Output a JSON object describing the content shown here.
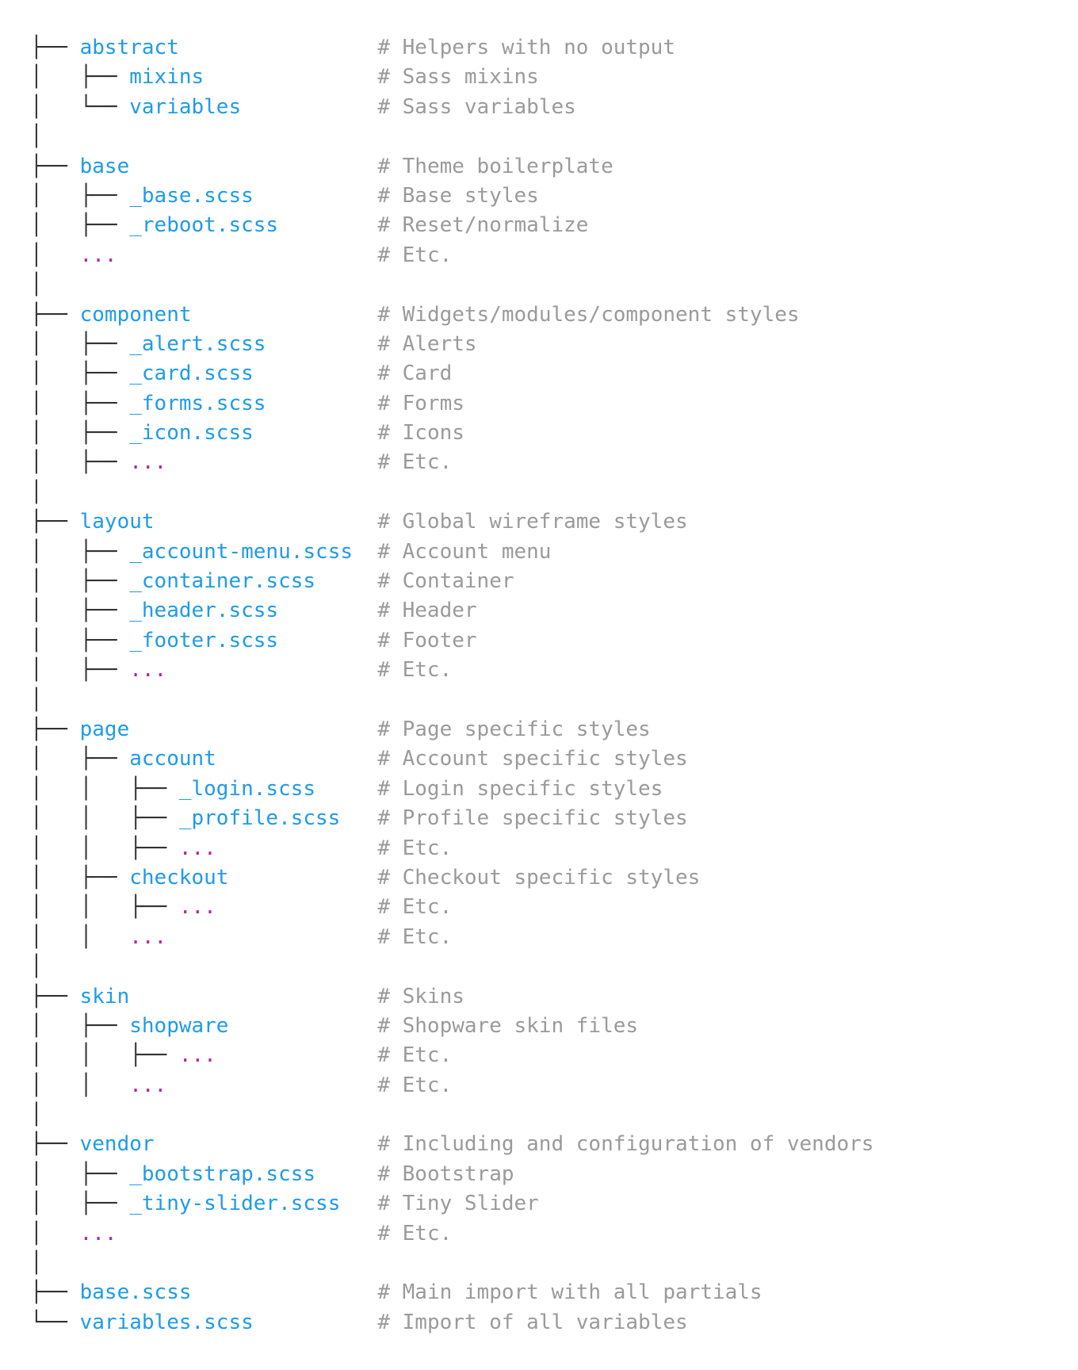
{
  "tree": {
    "lines": [
      {
        "prefix": "├── ",
        "name": "abstract",
        "kind": "name",
        "comment": "# Helpers with no output"
      },
      {
        "prefix": "│   ├── ",
        "name": "mixins",
        "kind": "name",
        "comment": "# Sass mixins"
      },
      {
        "prefix": "│   └── ",
        "name": "variables",
        "kind": "name",
        "comment": "# Sass variables"
      },
      {
        "prefix": "│",
        "name": "",
        "kind": "name",
        "comment": ""
      },
      {
        "prefix": "├── ",
        "name": "base",
        "kind": "name",
        "comment": "# Theme boilerplate"
      },
      {
        "prefix": "│   ├── ",
        "name": "_base.scss",
        "kind": "name",
        "comment": "# Base styles"
      },
      {
        "prefix": "│   ├── ",
        "name": "_reboot.scss",
        "kind": "name",
        "comment": "# Reset/normalize"
      },
      {
        "prefix": "│   ",
        "name": "...",
        "kind": "ellipsis",
        "comment": "# Etc."
      },
      {
        "prefix": "│",
        "name": "",
        "kind": "name",
        "comment": ""
      },
      {
        "prefix": "├── ",
        "name": "component",
        "kind": "name",
        "comment": "# Widgets/modules/component styles"
      },
      {
        "prefix": "│   ├── ",
        "name": "_alert.scss",
        "kind": "name",
        "comment": "# Alerts"
      },
      {
        "prefix": "│   ├── ",
        "name": "_card.scss",
        "kind": "name",
        "comment": "# Card"
      },
      {
        "prefix": "│   ├── ",
        "name": "_forms.scss",
        "kind": "name",
        "comment": "# Forms"
      },
      {
        "prefix": "│   ├── ",
        "name": "_icon.scss",
        "kind": "name",
        "comment": "# Icons"
      },
      {
        "prefix": "│   ├── ",
        "name": "...",
        "kind": "ellipsis",
        "comment": "# Etc."
      },
      {
        "prefix": "│",
        "name": "",
        "kind": "name",
        "comment": ""
      },
      {
        "prefix": "├── ",
        "name": "layout",
        "kind": "name",
        "comment": "# Global wireframe styles"
      },
      {
        "prefix": "│   ├── ",
        "name": "_account-menu.scss",
        "kind": "name",
        "comment": "# Account menu"
      },
      {
        "prefix": "│   ├── ",
        "name": "_container.scss",
        "kind": "name",
        "comment": "# Container"
      },
      {
        "prefix": "│   ├── ",
        "name": "_header.scss",
        "kind": "name",
        "comment": "# Header"
      },
      {
        "prefix": "│   ├── ",
        "name": "_footer.scss",
        "kind": "name",
        "comment": "# Footer"
      },
      {
        "prefix": "│   ├── ",
        "name": "...",
        "kind": "ellipsis",
        "comment": "# Etc."
      },
      {
        "prefix": "│",
        "name": "",
        "kind": "name",
        "comment": ""
      },
      {
        "prefix": "├── ",
        "name": "page",
        "kind": "name",
        "comment": "# Page specific styles"
      },
      {
        "prefix": "│   ├── ",
        "name": "account",
        "kind": "name",
        "comment": "# Account specific styles"
      },
      {
        "prefix": "│   │   ├── ",
        "name": "_login.scss",
        "kind": "name",
        "comment": "# Login specific styles"
      },
      {
        "prefix": "│   │   ├── ",
        "name": "_profile.scss",
        "kind": "name",
        "comment": "# Profile specific styles"
      },
      {
        "prefix": "│   │   ├── ",
        "name": "...",
        "kind": "ellipsis",
        "comment": "# Etc."
      },
      {
        "prefix": "│   ├── ",
        "name": "checkout",
        "kind": "name",
        "comment": "# Checkout specific styles"
      },
      {
        "prefix": "│   │   ├── ",
        "name": "...",
        "kind": "ellipsis",
        "comment": "# Etc."
      },
      {
        "prefix": "│   │   ",
        "name": "...",
        "kind": "ellipsis",
        "comment": "# Etc."
      },
      {
        "prefix": "│",
        "name": "",
        "kind": "name",
        "comment": ""
      },
      {
        "prefix": "├── ",
        "name": "skin",
        "kind": "name",
        "comment": "# Skins"
      },
      {
        "prefix": "│   ├── ",
        "name": "shopware",
        "kind": "name",
        "comment": "# Shopware skin files"
      },
      {
        "prefix": "│   │   ├── ",
        "name": "...",
        "kind": "ellipsis",
        "comment": "# Etc."
      },
      {
        "prefix": "│   │   ",
        "name": "...",
        "kind": "ellipsis",
        "comment": "# Etc."
      },
      {
        "prefix": "│",
        "name": "",
        "kind": "name",
        "comment": ""
      },
      {
        "prefix": "├── ",
        "name": "vendor",
        "kind": "name",
        "comment": "# Including and configuration of vendors"
      },
      {
        "prefix": "│   ├── ",
        "name": "_bootstrap.scss",
        "kind": "name",
        "comment": "# Bootstrap"
      },
      {
        "prefix": "│   ├── ",
        "name": "_tiny-slider.scss",
        "kind": "name",
        "comment": "# Tiny Slider"
      },
      {
        "prefix": "│   ",
        "name": "...",
        "kind": "ellipsis",
        "comment": "# Etc."
      },
      {
        "prefix": "│",
        "name": "",
        "kind": "name",
        "comment": ""
      },
      {
        "prefix": "├── ",
        "name": "base.scss",
        "kind": "name",
        "comment": "# Main import with all partials"
      },
      {
        "prefix": "└── ",
        "name": "variables.scss",
        "kind": "name",
        "comment": "# Import of all variables"
      }
    ]
  },
  "colors": {
    "name": "#1e9be9",
    "ellipsis": "#b0259f",
    "comment": "#9a9a9a",
    "tree_lines": "#333333"
  }
}
